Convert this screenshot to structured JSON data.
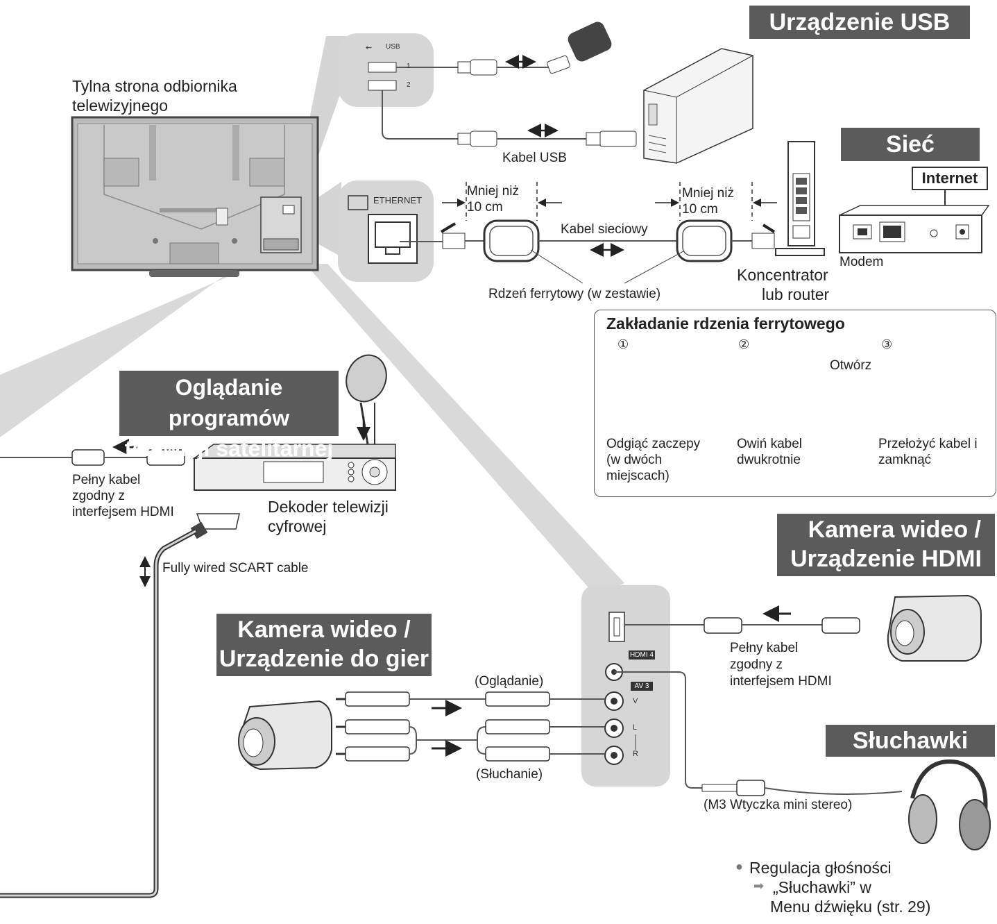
{
  "banners": {
    "usb": "Urządzenie USB",
    "network": "Sieć",
    "internet": "Internet",
    "satellite_line1": "Oglądanie programów",
    "satellite_line2": "telewizji satelitarnej",
    "camera_hdmi_line1": "Kamera wideo /",
    "camera_hdmi_line2": "Urządzenie HDMI",
    "camera_games_line1": "Kamera wideo /",
    "camera_games_line2": "Urządzenie do gier",
    "headphones": "Słuchawki"
  },
  "tv": {
    "label_line1": "Tylna strona odbiornika",
    "label_line2": "telewizyjnego"
  },
  "usb_panel": {
    "title": "USB",
    "port1": "1",
    "port2": "2",
    "cable_label": "Kabel USB"
  },
  "network": {
    "ethernet_label": "ETHERNET",
    "distance_left_line1": "Mniej niż",
    "distance_left_line2": "10 cm",
    "distance_right_line1": "Mniej niż",
    "distance_right_line2": "10 cm",
    "cable_label": "Kabel sieciowy",
    "ferrite_label": "Rdzeń ferrytowy (w zestawie)",
    "hub_line1": "Koncentrator",
    "hub_line2": "lub router",
    "modem_label": "Modem"
  },
  "ferrite_instructions": {
    "title": "Zakładanie rdzenia ferrytowego",
    "step1_num": "①",
    "step2_num": "②",
    "step3_num": "③",
    "open_label": "Otwórz",
    "step1_text_line1": "Odgiąć zaczepy",
    "step1_text_line2": "(w dwóch",
    "step1_text_line3": "miejscach)",
    "step2_text_line1": "Owiń kabel",
    "step2_text_line2": "dwukrotnie",
    "step3_text_line1": "Przełożyć kabel i",
    "step3_text_line2": "zamknąć"
  },
  "satellite": {
    "hdmi_cable_line1": "Pełny kabel",
    "hdmi_cable_line2": "zgodny z",
    "hdmi_cable_line3": "interfejsem HDMI",
    "decoder_line1": "Dekoder telewizji",
    "decoder_line2": "cyfrowej",
    "scart_label": "Fully wired SCART cable"
  },
  "side_panel": {
    "hdmi_label": "HDMI 4",
    "av_label": "AV 3",
    "v_label": "V",
    "l_label": "L",
    "r_label": "R"
  },
  "camera_games": {
    "watching_label": "(Oglądanie)",
    "listening_label": "(Słuchanie)"
  },
  "camera_hdmi": {
    "hdmi_cable_line1": "Pełny kabel",
    "hdmi_cable_line2": "zgodny z",
    "hdmi_cable_line3": "interfejsem HDMI"
  },
  "headphones": {
    "plug_label": "(M3 Wtyczka mini stereo)",
    "note_bullet": "●",
    "note_line1": "Regulacja głośności",
    "note_arrow": "➡",
    "note_line2": "„Słuchawki” w",
    "note_line3": "Menu dźwięku (str. 29)"
  },
  "colors": {
    "banner_bg": "#5b5b5b",
    "panel_bg": "#d9d9d9",
    "line": "#555555"
  }
}
